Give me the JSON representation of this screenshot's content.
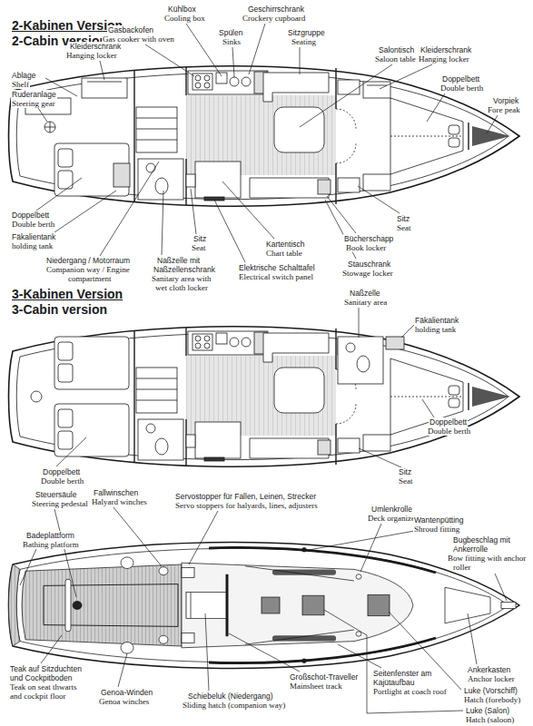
{
  "diagram": {
    "labels": [
      "2-Kabinen Version",
      "2-Cabin version",
      "Ablage",
      "Shelf",
      "Ruderanlage",
      "Steering gear",
      "Kleiderschrank",
      "Hanging locker",
      "Gasbackofen",
      "Gas cooker with oven",
      "Kühlbox",
      "Cooling box",
      "Geschirrschrank",
      "Crockery cupboard",
      "Spülen",
      "Sinks",
      "Sitzgruppe",
      "Seating",
      "Salontisch",
      "Saloon table",
      "Kleiderschrank",
      "Hanging locker",
      "Doppelbett",
      "Double berth",
      "Vorpiek",
      "Fore peak",
      "Doppelbett",
      "Double berth",
      "Fäkalientank",
      "holding tank",
      "Niedergang / Motorraum",
      "Companion way / Engine",
      "compartment",
      "Sitz",
      "Seat",
      "Naßzelle mit",
      "Naßzellenschrank",
      "Sanitary area with",
      "wet cloth locker",
      "Kartentisch",
      "Chart table",
      "Elektrische Schalttafel",
      "Electrical switch panel",
      "Bücherschapp",
      "Book locker",
      "Stauschrank",
      "Stowage locker",
      "Sitz",
      "Seat",
      "3-Kabinen Version",
      "3-Cabin version",
      "Naßzelle",
      "Sanitary area",
      "Fäkalientank",
      "holding tank",
      "Doppelbett",
      "Double berth",
      "Doppelbett",
      "Double berth",
      "Sitz",
      "Seat",
      "Steuersäule",
      "Steering pedestal",
      "Fallwinschen",
      "Halyard winches",
      "Servostopper für Fallen, Leinen, Strecker",
      "Servo stoppers for halyards, lines, adjusters",
      "Umlenkrolle",
      "Deck organizers",
      "Wantenpütting",
      "Shroud fitting",
      "Bugbeschlag mit",
      "Ankerrolle",
      "Bow fitting with anchor",
      "roller",
      "Badeplattform",
      "Bathing platform",
      "Teak auf Sitzduchten",
      "und Cockpitboden",
      "Teak on seat thwarts",
      "and cockpit floor",
      "Genoa-Winden",
      "Genoa winches",
      "Schiebeluk (Niedergang)",
      "Sliding hatch (companion way)",
      "Großschot-Traveller",
      "Mainsheet track",
      "Seitenfenster am",
      "Kajütaufbau",
      "Portlight at coach roof",
      "Ankerkasten",
      "Anchor locker",
      "Luke (Vorschiff)",
      "Hatch (forebody)",
      "Luke (Salon)",
      "Hatch (saloon)"
    ]
  }
}
